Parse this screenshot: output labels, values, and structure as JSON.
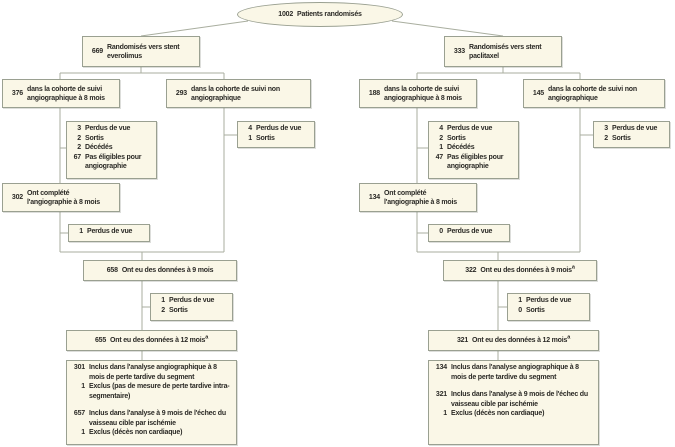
{
  "palette": {
    "box_fill": "#faf7e7",
    "box_border": "#9aa091",
    "line": "#a9ae9f",
    "text": "#2b2a26"
  },
  "root": {
    "num": "1002",
    "text": "Patients randomisés"
  },
  "left": {
    "arm": {
      "num": "669",
      "text": "Randomisés vers stent everolimus"
    },
    "angio_cohort": {
      "num": "376",
      "text": "dans la cohorte de suivi angiographique à 8 mois"
    },
    "nonangio_cohort": {
      "num": "293",
      "text": "dans la cohorte de suivi non angiographique"
    },
    "angio_losses": {
      "rows": [
        {
          "num": "3",
          "text": "Perdus de vue"
        },
        {
          "num": "2",
          "text": "Sortis"
        },
        {
          "num": "2",
          "text": "Décédés"
        },
        {
          "num": "67",
          "text": "Pas éligibles pour angiographie"
        }
      ]
    },
    "nonangio_losses": {
      "rows": [
        {
          "num": "4",
          "text": "Perdus de vue"
        },
        {
          "num": "1",
          "text": "Sortis"
        }
      ]
    },
    "angio_completed": {
      "num": "302",
      "text": "Ont complété l'angiographie à 8 mois"
    },
    "completed_losses": {
      "rows": [
        {
          "num": "1",
          "text": "Perdus de vue"
        }
      ]
    },
    "data9": {
      "num": "658",
      "text": "Ont eu des données à 9 mois",
      "sup": ""
    },
    "losses9": {
      "rows": [
        {
          "num": "1",
          "text": "Perdus de vue"
        },
        {
          "num": "2",
          "text": "Sortis"
        }
      ]
    },
    "data12": {
      "num": "655",
      "text": "Ont eu des données à 12 mois",
      "sup": "a"
    },
    "analysis": {
      "rows": [
        {
          "num": "301",
          "text": "Inclus dans l'analyse angiographique à 8 mois de perte tardive du segment"
        },
        {
          "num": "1",
          "text": "Exclus (pas de mesure de perte tardive intra-segmentaire)"
        },
        {
          "num": "657",
          "text": "Inclus dans l'analyse à 9 mois de l'échec du vaisseau cible par ischémie"
        },
        {
          "num": "1",
          "text": "Exclus (décès non cardiaque)"
        }
      ]
    }
  },
  "right": {
    "arm": {
      "num": "333",
      "text": "Randomisés vers stent paclitaxel"
    },
    "angio_cohort": {
      "num": "188",
      "text": "dans la cohorte de suivi angiographique à 8 mois"
    },
    "nonangio_cohort": {
      "num": "145",
      "text": "dans la cohorte de suivi non angiographique"
    },
    "angio_losses": {
      "rows": [
        {
          "num": "4",
          "text": "Perdus de vue"
        },
        {
          "num": "2",
          "text": "Sortis"
        },
        {
          "num": "1",
          "text": "Décédés"
        },
        {
          "num": "47",
          "text": "Pas éligibles pour angiographie"
        }
      ]
    },
    "nonangio_losses": {
      "rows": [
        {
          "num": "3",
          "text": "Perdus de vue"
        },
        {
          "num": "2",
          "text": "Sortis"
        }
      ]
    },
    "angio_completed": {
      "num": "134",
      "text": "Ont complété l'angiographie à 8 mois"
    },
    "completed_losses": {
      "rows": [
        {
          "num": "0",
          "text": "Perdus de vue"
        }
      ]
    },
    "data9": {
      "num": "322",
      "text": "Ont eu des données à 9 mois",
      "sup": "a"
    },
    "losses9": {
      "rows": [
        {
          "num": "1",
          "text": "Perdus de vue"
        },
        {
          "num": "0",
          "text": "Sortis"
        }
      ]
    },
    "data12": {
      "num": "321",
      "text": "Ont eu des données à 12 mois",
      "sup": "a"
    },
    "analysis": {
      "rows": [
        {
          "num": "134",
          "text": "Inclus dans l'analyse angiographique à 8 mois de perte tardive du segment"
        },
        {
          "num": "321",
          "text": "Inclus dans l'analyse à 9 mois de l'échec du vaisseau cible par ischémie"
        },
        {
          "num": "1",
          "text": "Exclus (décès non cardiaque)"
        }
      ]
    }
  }
}
